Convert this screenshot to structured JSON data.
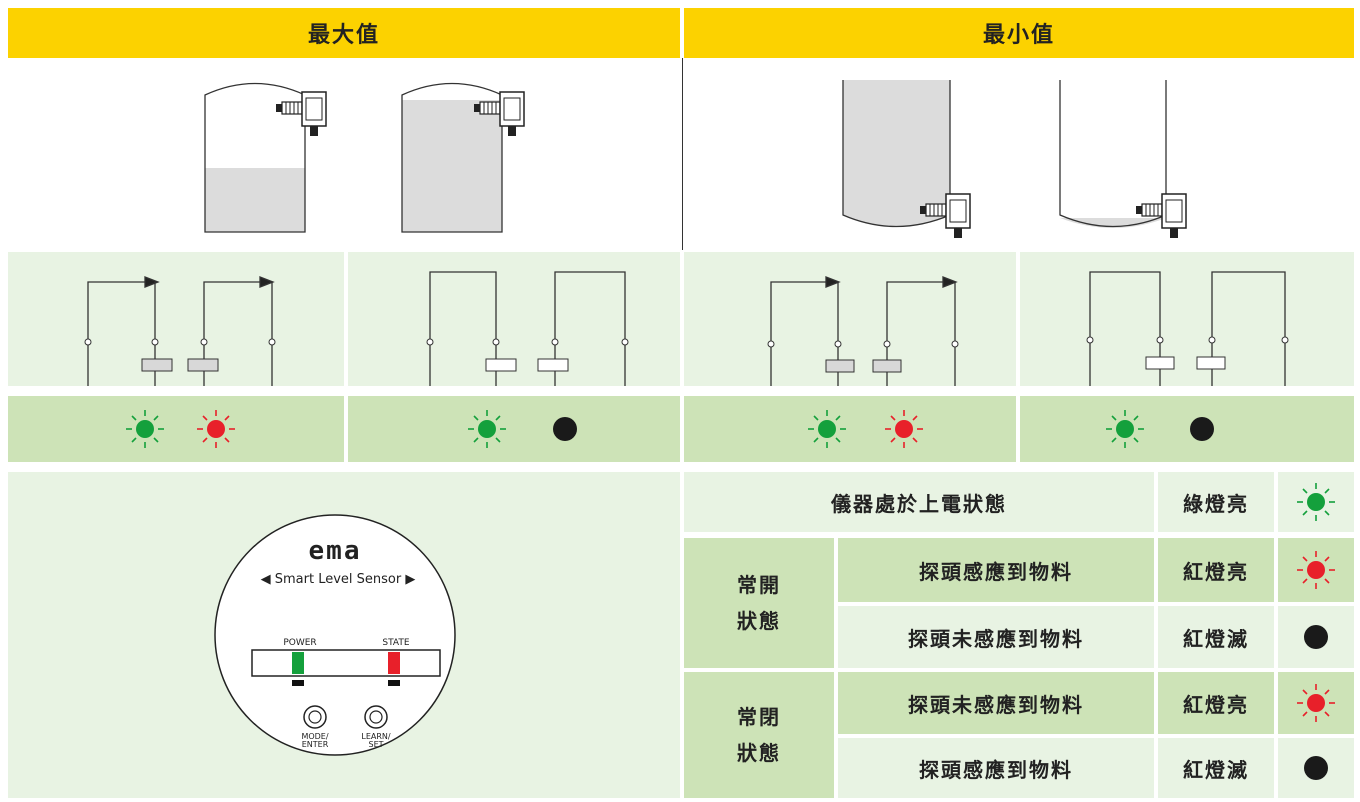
{
  "headers": {
    "max": "最大值",
    "min": "最小值"
  },
  "device": {
    "brand": "ema",
    "subtitle": "Smart Level Sensor",
    "power_label": "POWER",
    "state_label": "STATE",
    "btn1_label_l1": "MODE/",
    "btn1_label_l2": "ENTER",
    "btn2_label_l1": "LEARN/",
    "btn2_label_l2": "SET"
  },
  "legend": {
    "power_on": {
      "desc": "儀器處於上電狀態",
      "light": "綠燈亮",
      "icon": "green-led-icon"
    },
    "normally_open": {
      "label_l1": "常開",
      "label_l2": "狀態",
      "rows": [
        {
          "desc": "探頭感應到物料",
          "light": "紅燈亮",
          "icon": "red-led-icon"
        },
        {
          "desc": "探頭未感應到物料",
          "light": "紅燈滅",
          "icon": "off-led-icon"
        }
      ]
    },
    "normally_closed": {
      "label_l1": "常閉",
      "label_l2": "狀態",
      "rows": [
        {
          "desc": "探頭未感應到物料",
          "light": "紅燈亮",
          "icon": "red-led-icon"
        },
        {
          "desc": "探頭感應到物料",
          "light": "紅燈滅",
          "icon": "off-led-icon"
        }
      ]
    }
  },
  "led_rows": [
    [
      "green",
      "red"
    ],
    [
      "green",
      "off"
    ],
    [
      "green",
      "red"
    ],
    [
      "green",
      "off"
    ]
  ],
  "colors": {
    "header": "#fcd200",
    "green_led": "#14a03c",
    "red_led": "#e8202a",
    "off_led": "#1a1a1a",
    "panel_light": "#e8f3e3",
    "panel_dark": "#cde3b7"
  }
}
